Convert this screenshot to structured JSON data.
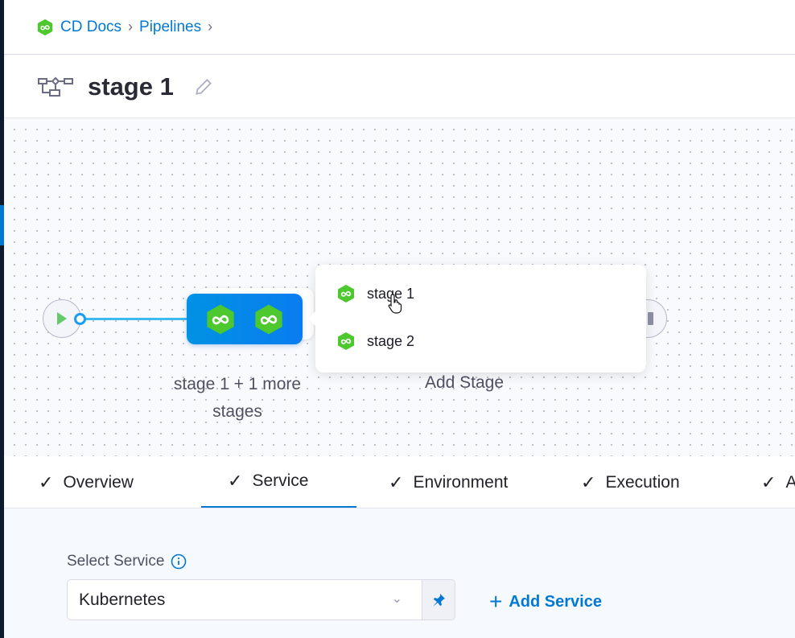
{
  "breadcrumb": {
    "items": [
      "CD Docs",
      "Pipelines"
    ]
  },
  "header": {
    "title": "stage 1"
  },
  "canvas": {
    "stage_group_label": [
      "stage 1 + 1 more",
      "stages"
    ],
    "add_stage_label": "Add Stage",
    "popover_items": [
      "stage 1",
      "stage 2"
    ]
  },
  "tabs": [
    {
      "label": "Overview"
    },
    {
      "label": "Service",
      "active": true
    },
    {
      "label": "Environment"
    },
    {
      "label": "Execution"
    },
    {
      "label": "Advanced"
    }
  ],
  "service": {
    "field_label": "Select Service",
    "selected": "Kubernetes",
    "add_label": "Add Service"
  },
  "colors": {
    "accent": "#0278d5",
    "stage_green": "#4dc82e",
    "stage_blue": "#0a7cf0"
  }
}
